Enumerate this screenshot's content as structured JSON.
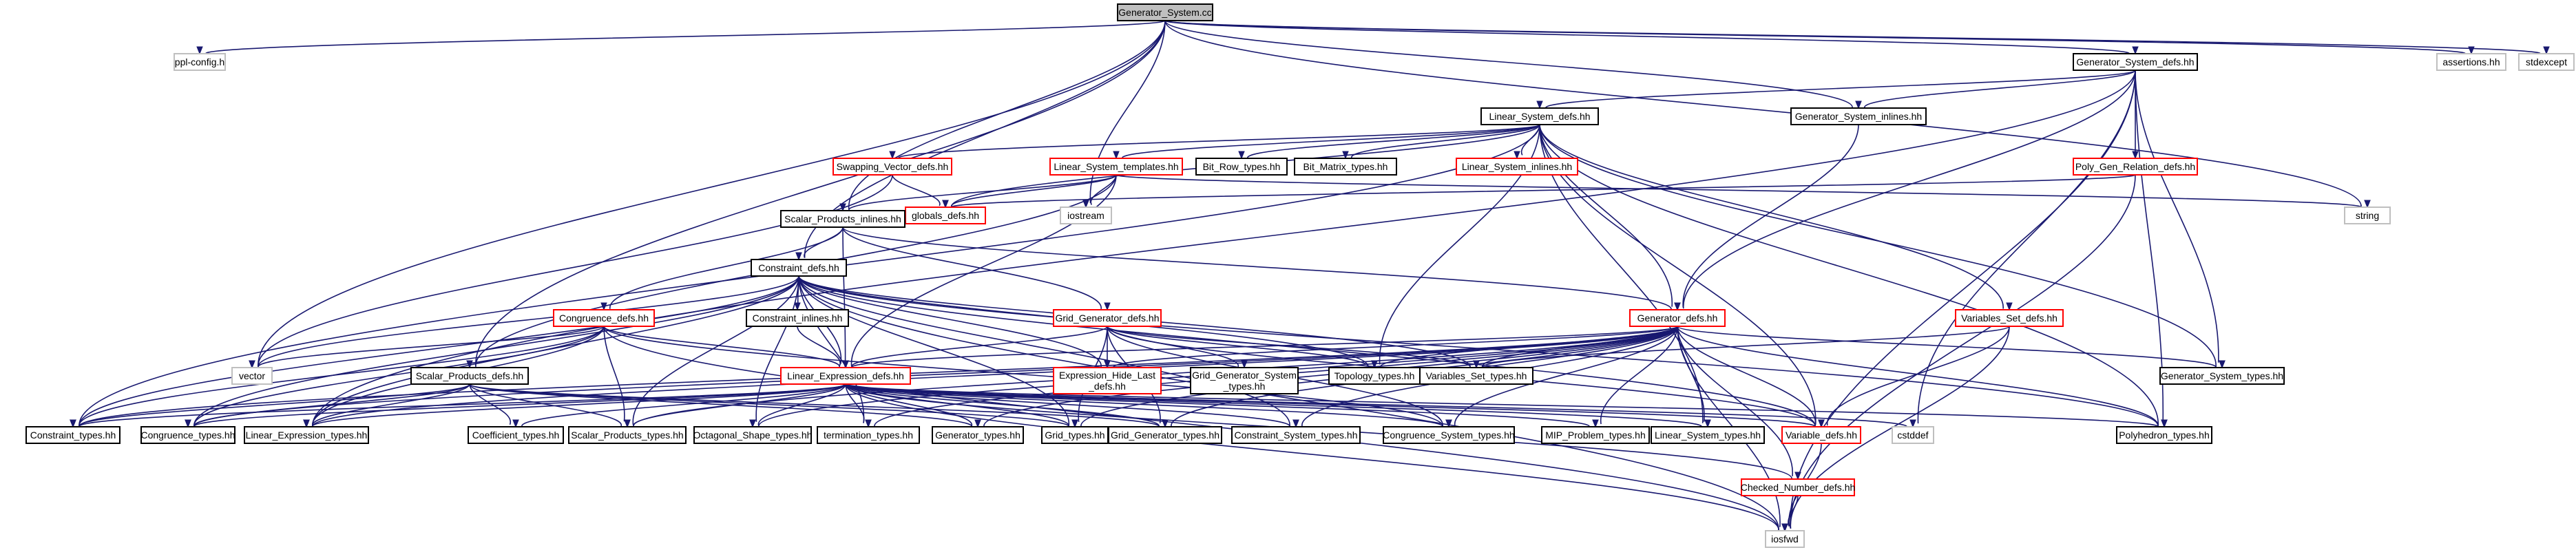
{
  "graph": {
    "nodes": [
      {
        "id": "gs_cc",
        "label": "Generator_System.cc",
        "kind": "root"
      },
      {
        "id": "ppl_config",
        "label": "ppl-config.h",
        "kind": "gray"
      },
      {
        "id": "gsd",
        "label": "Generator_System_defs.hh",
        "kind": "black"
      },
      {
        "id": "assertions",
        "label": "assertions.hh",
        "kind": "gray"
      },
      {
        "id": "stdexcept",
        "label": "stdexcept",
        "kind": "gray"
      },
      {
        "id": "lsd",
        "label": "Linear_System_defs.hh",
        "kind": "black"
      },
      {
        "id": "gsi",
        "label": "Generator_System_inlines.hh",
        "kind": "black"
      },
      {
        "id": "svd",
        "label": "Swapping_Vector_defs.hh",
        "kind": "red"
      },
      {
        "id": "lst",
        "label": "Linear_System_templates.hh",
        "kind": "red"
      },
      {
        "id": "brt",
        "label": "Bit_Row_types.hh",
        "kind": "black"
      },
      {
        "id": "bmt",
        "label": "Bit_Matrix_types.hh",
        "kind": "black"
      },
      {
        "id": "lsi",
        "label": "Linear_System_inlines.hh",
        "kind": "red"
      },
      {
        "id": "pgrd",
        "label": "Poly_Gen_Relation_defs.hh",
        "kind": "red"
      },
      {
        "id": "globals",
        "label": "globals_defs.hh",
        "kind": "red"
      },
      {
        "id": "iostream",
        "label": "iostream",
        "kind": "gray"
      },
      {
        "id": "string",
        "label": "string",
        "kind": "gray"
      },
      {
        "id": "spi",
        "label": "Scalar_Products_inlines.hh",
        "kind": "black"
      },
      {
        "id": "cd",
        "label": "Constraint_defs.hh",
        "kind": "black"
      },
      {
        "id": "cgd",
        "label": "Congruence_defs.hh",
        "kind": "red"
      },
      {
        "id": "ci",
        "label": "Constraint_inlines.hh",
        "kind": "black"
      },
      {
        "id": "ggd",
        "label": "Grid_Generator_defs.hh",
        "kind": "red"
      },
      {
        "id": "gd",
        "label": "Generator_defs.hh",
        "kind": "red"
      },
      {
        "id": "vsd",
        "label": "Variables_Set_defs.hh",
        "kind": "red"
      },
      {
        "id": "vector",
        "label": "vector",
        "kind": "gray"
      },
      {
        "id": "spd",
        "label": "Scalar_Products_defs.hh",
        "kind": "black"
      },
      {
        "id": "led",
        "label": "Linear_Expression_defs.hh",
        "kind": "red"
      },
      {
        "id": "ehl",
        "label": "Expression_Hide_Last\n_defs.hh",
        "kind": "red"
      },
      {
        "id": "ggst",
        "label": "Grid_Generator_System\n_types.hh",
        "kind": "black"
      },
      {
        "id": "topo",
        "label": "Topology_types.hh",
        "kind": "black"
      },
      {
        "id": "vst",
        "label": "Variables_Set_types.hh",
        "kind": "black"
      },
      {
        "id": "gstypes",
        "label": "Generator_System_types.hh",
        "kind": "black"
      },
      {
        "id": "ct",
        "label": "Constraint_types.hh",
        "kind": "black"
      },
      {
        "id": "cgt",
        "label": "Congruence_types.hh",
        "kind": "black"
      },
      {
        "id": "let",
        "label": "Linear_Expression_types.hh",
        "kind": "black"
      },
      {
        "id": "coef",
        "label": "Coefficient_types.hh",
        "kind": "black"
      },
      {
        "id": "spt",
        "label": "Scalar_Products_types.hh",
        "kind": "black"
      },
      {
        "id": "oct",
        "label": "Octagonal_Shape_types.hh",
        "kind": "black"
      },
      {
        "id": "term",
        "label": "termination_types.hh",
        "kind": "black"
      },
      {
        "id": "gent",
        "label": "Generator_types.hh",
        "kind": "black"
      },
      {
        "id": "gridt",
        "label": "Grid_types.hh",
        "kind": "black"
      },
      {
        "id": "ggt",
        "label": "Grid_Generator_types.hh",
        "kind": "black"
      },
      {
        "id": "cst",
        "label": "Constraint_System_types.hh",
        "kind": "black"
      },
      {
        "id": "cgst",
        "label": "Congruence_System_types.hh",
        "kind": "black"
      },
      {
        "id": "mip",
        "label": "MIP_Problem_types.hh",
        "kind": "black"
      },
      {
        "id": "lstypes",
        "label": "Linear_System_types.hh",
        "kind": "black"
      },
      {
        "id": "vard",
        "label": "Variable_defs.hh",
        "kind": "red"
      },
      {
        "id": "cstddef",
        "label": "cstddef",
        "kind": "gray"
      },
      {
        "id": "polyt",
        "label": "Polyhedron_types.hh",
        "kind": "black"
      },
      {
        "id": "cnd",
        "label": "Checked_Number_defs.hh",
        "kind": "red"
      },
      {
        "id": "iosfwd",
        "label": "iosfwd",
        "kind": "gray"
      }
    ],
    "edges": [
      [
        "gs_cc",
        "ppl_config"
      ],
      [
        "gs_cc",
        "gsd"
      ],
      [
        "gs_cc",
        "assertions"
      ],
      [
        "gs_cc",
        "stdexcept"
      ],
      [
        "gs_cc",
        "gsi"
      ],
      [
        "gs_cc",
        "spi"
      ],
      [
        "gs_cc",
        "spd"
      ],
      [
        "gs_cc",
        "cd"
      ],
      [
        "gs_cc",
        "vector"
      ],
      [
        "gs_cc",
        "iostream"
      ],
      [
        "gs_cc",
        "string"
      ],
      [
        "gsd",
        "lsd"
      ],
      [
        "gsd",
        "gsi"
      ],
      [
        "gsd",
        "pgrd"
      ],
      [
        "gsd",
        "gd"
      ],
      [
        "gsd",
        "gstypes"
      ],
      [
        "gsd",
        "polyt"
      ],
      [
        "gsd",
        "iosfwd"
      ],
      [
        "gsd",
        "cstddef"
      ],
      [
        "gsd",
        "let"
      ],
      [
        "lsd",
        "svd"
      ],
      [
        "lsd",
        "lst"
      ],
      [
        "lsd",
        "brt"
      ],
      [
        "lsd",
        "bmt"
      ],
      [
        "lsd",
        "lsi"
      ],
      [
        "lsd",
        "globals"
      ],
      [
        "lsd",
        "vsd"
      ],
      [
        "lsd",
        "ct"
      ],
      [
        "lsd",
        "gstypes"
      ],
      [
        "lsd",
        "polyt"
      ],
      [
        "lsd",
        "vard"
      ],
      [
        "lsd",
        "lstypes"
      ],
      [
        "lsd",
        "topo"
      ],
      [
        "lsd",
        "gd"
      ],
      [
        "svd",
        "globals"
      ],
      [
        "svd",
        "vector"
      ],
      [
        "lst",
        "spi"
      ],
      [
        "lst",
        "spd"
      ],
      [
        "lst",
        "led"
      ],
      [
        "lst",
        "iostream"
      ],
      [
        "lst",
        "string"
      ],
      [
        "lst",
        "globals"
      ],
      [
        "pgrd",
        "globals"
      ],
      [
        "pgrd",
        "iosfwd"
      ],
      [
        "gsi",
        "gd"
      ],
      [
        "spi",
        "cd"
      ],
      [
        "spi",
        "cgd"
      ],
      [
        "spi",
        "ggd"
      ],
      [
        "spi",
        "gd"
      ],
      [
        "spi",
        "led"
      ],
      [
        "cd",
        "ci"
      ],
      [
        "cd",
        "led"
      ],
      [
        "cd",
        "ehl"
      ],
      [
        "cd",
        "topo"
      ],
      [
        "cd",
        "vst"
      ],
      [
        "cd",
        "ct"
      ],
      [
        "cd",
        "cgt"
      ],
      [
        "cd",
        "let"
      ],
      [
        "cd",
        "spt"
      ],
      [
        "cd",
        "oct"
      ],
      [
        "cd",
        "term"
      ],
      [
        "cd",
        "gridt"
      ],
      [
        "cd",
        "vector"
      ],
      [
        "cd",
        "vard"
      ],
      [
        "cd",
        "polyt"
      ],
      [
        "cd",
        "cst"
      ],
      [
        "cd",
        "iosfwd"
      ],
      [
        "ci",
        "led"
      ],
      [
        "cgd",
        "led"
      ],
      [
        "cgd",
        "vector"
      ],
      [
        "cgd",
        "ct"
      ],
      [
        "cgd",
        "cgt"
      ],
      [
        "cgd",
        "let"
      ],
      [
        "cgd",
        "spt"
      ],
      [
        "cgd",
        "iosfwd"
      ],
      [
        "cgd",
        "cgst"
      ],
      [
        "ggd",
        "led"
      ],
      [
        "ggd",
        "ehl"
      ],
      [
        "ggd",
        "ggst"
      ],
      [
        "ggd",
        "topo"
      ],
      [
        "ggd",
        "vst"
      ],
      [
        "ggd",
        "gridt"
      ],
      [
        "ggd",
        "ggt"
      ],
      [
        "ggd",
        "vard"
      ],
      [
        "ggd",
        "cgst"
      ],
      [
        "gd",
        "led"
      ],
      [
        "gd",
        "ehl"
      ],
      [
        "gd",
        "topo"
      ],
      [
        "gd",
        "vst"
      ],
      [
        "gd",
        "gstypes"
      ],
      [
        "gd",
        "gent"
      ],
      [
        "gd",
        "gridt"
      ],
      [
        "gd",
        "ggt"
      ],
      [
        "gd",
        "cst"
      ],
      [
        "gd",
        "cgst"
      ],
      [
        "gd",
        "mip"
      ],
      [
        "gd",
        "lstypes"
      ],
      [
        "gd",
        "vard"
      ],
      [
        "gd",
        "polyt"
      ],
      [
        "gd",
        "cnd"
      ],
      [
        "gd",
        "iosfwd"
      ],
      [
        "gd",
        "spt"
      ],
      [
        "gd",
        "cgt"
      ],
      [
        "gd",
        "let"
      ],
      [
        "gd",
        "ct"
      ],
      [
        "gd",
        "term"
      ],
      [
        "gd",
        "oct"
      ],
      [
        "vsd",
        "vst"
      ],
      [
        "vsd",
        "vard"
      ],
      [
        "vsd",
        "iosfwd"
      ],
      [
        "spd",
        "ct"
      ],
      [
        "spd",
        "cgt"
      ],
      [
        "spd",
        "let"
      ],
      [
        "spd",
        "coef"
      ],
      [
        "spd",
        "spt"
      ],
      [
        "spd",
        "gent"
      ],
      [
        "spd",
        "gridt"
      ],
      [
        "spd",
        "ggt"
      ],
      [
        "led",
        "ct"
      ],
      [
        "led",
        "cgt"
      ],
      [
        "led",
        "let"
      ],
      [
        "led",
        "coef"
      ],
      [
        "led",
        "spt"
      ],
      [
        "led",
        "oct"
      ],
      [
        "led",
        "term"
      ],
      [
        "led",
        "gent"
      ],
      [
        "led",
        "gridt"
      ],
      [
        "led",
        "ggt"
      ],
      [
        "led",
        "cst"
      ],
      [
        "led",
        "cgst"
      ],
      [
        "led",
        "mip"
      ],
      [
        "led",
        "lstypes"
      ],
      [
        "led",
        "vard"
      ],
      [
        "led",
        "cstddef"
      ],
      [
        "led",
        "polyt"
      ],
      [
        "led",
        "cnd"
      ],
      [
        "led",
        "iosfwd"
      ],
      [
        "vard",
        "iosfwd"
      ],
      [
        "cnd",
        "iosfwd"
      ]
    ]
  }
}
